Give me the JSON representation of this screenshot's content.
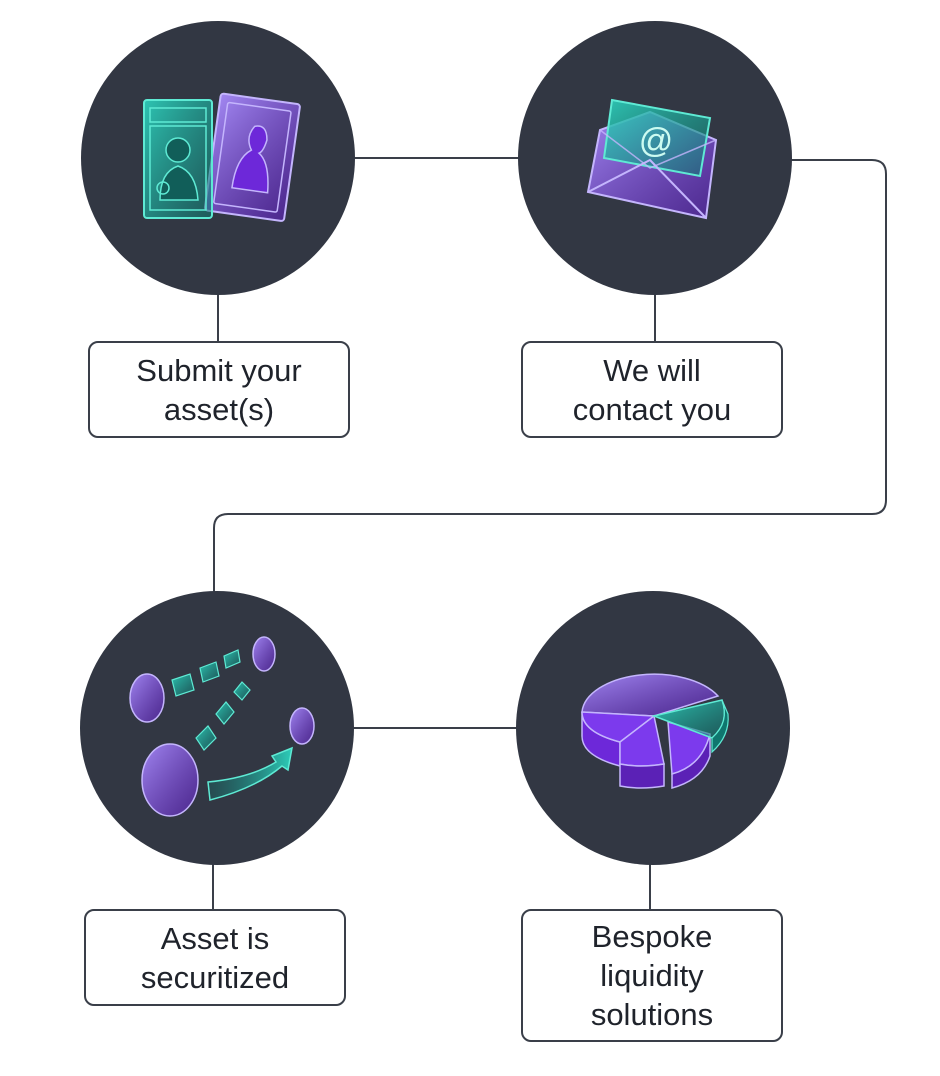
{
  "colors": {
    "circle": "#323743",
    "line": "#3a3f49",
    "purple": "#8b5cf6",
    "teal": "#2dd4bf",
    "text": "#1f232b"
  },
  "steps": [
    {
      "lines": [
        "Submit your",
        "asset(s)"
      ],
      "icon": "trading-card-icon"
    },
    {
      "lines": [
        "We will",
        "contact you"
      ],
      "icon": "email-envelope-icon"
    },
    {
      "lines": [
        "Asset is",
        "securitized"
      ],
      "icon": "tokenization-icon"
    },
    {
      "lines": [
        "Bespoke",
        "liquidity",
        "solutions"
      ],
      "icon": "pie-chart-icon"
    }
  ]
}
